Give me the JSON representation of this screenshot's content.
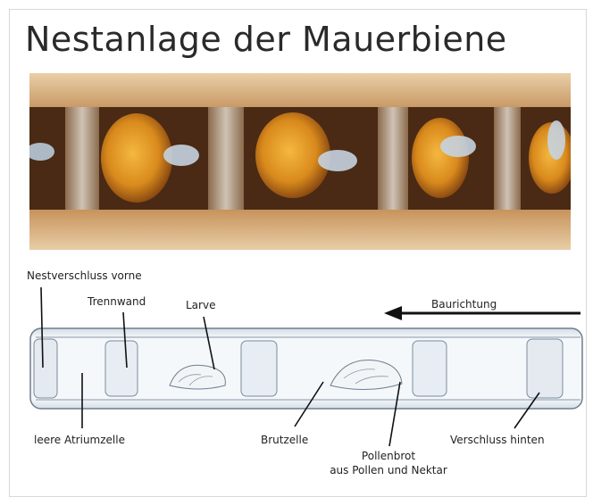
{
  "title": "Nestanlage der Mauerbiene",
  "labels": {
    "nest_front": "Nestverschluss vorne",
    "partition": "Trennwand",
    "larva": "Larve",
    "direction": "Baurichtung",
    "empty_cell": "leere Atriumzelle",
    "brood_cell": "Brutzelle",
    "pollen_line1": "Pollenbrot",
    "pollen_line2": "aus Pollen und Nektar",
    "closure_back": "Verschluss hinten"
  },
  "colors": {
    "wood_light": "#e8c9a0",
    "wood_dark": "#8a5a32",
    "cocoon": "#e39a2a",
    "tube_outline": "#6a7a8a",
    "tube_fill": "#eef2f6",
    "arrow": "#111111"
  }
}
